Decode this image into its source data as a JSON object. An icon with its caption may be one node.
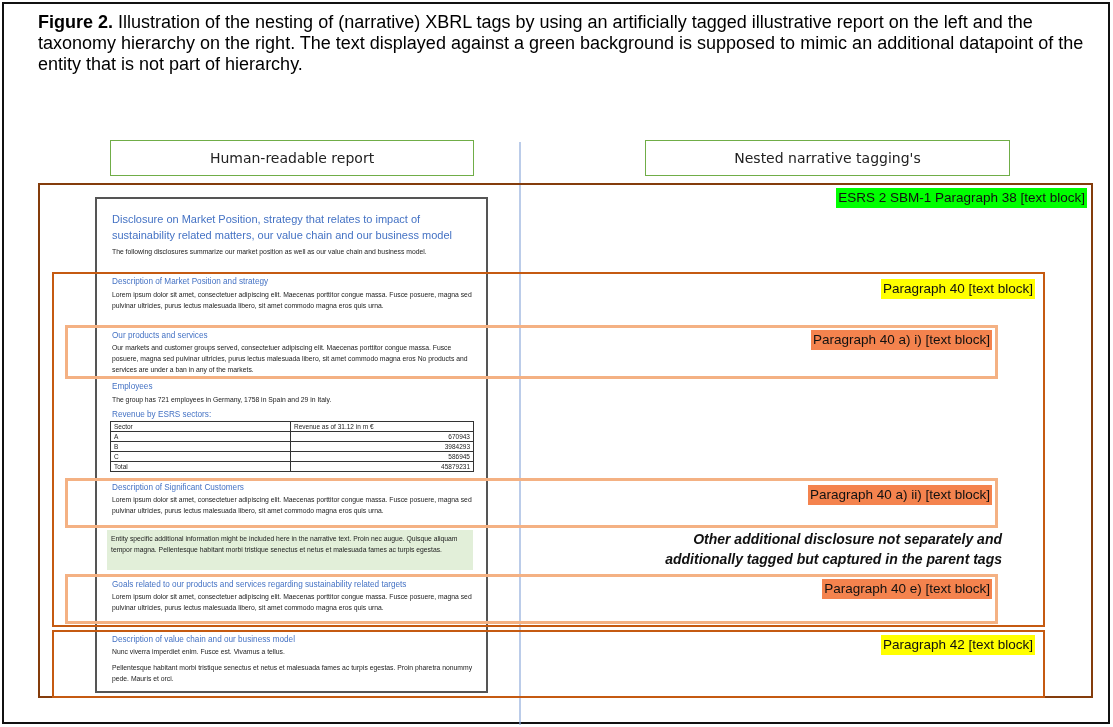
{
  "diagram": {
    "title": "**Figure 2.** Illustration of the nesting of (narrative) XBRL tags by using an artificially tagged illustrative report on the left and the taxonomy hierarchy on the right. The text displayed against a green background is supposed to mimic an additional datapoint of the entity that is not part of hierarchy.",
    "nodes": [
      {
        "text": [
          "Human-readable report"
        ]
      },
      {
        "text": [
          "Nested narrative tagging's"
        ]
      },
      {
        "text": [
          "ESRS 2 SBM-1 Paragraph 38 [text block]"
        ]
      },
      {
        "text": [
          "Disclosure on Market Position, strategy that relates to impact of sustainability related matters, our value chain and our business model",
          "The following disclosures summarize our market position as well as our value chain and business model.",
          "Description of Market Position and strategy",
          "Lorem ipsum dolor sit amet, consectetuer adipiscing elit. Maecenas porttitor congue massa. Fusce posuere, magna sed pulvinar ultricies, purus lectus malesuada libero, sit amet commodo magna eros quis urna.",
          "Employees",
          "The group has 721 employees in Germany, 1758 in Spain and 29 in Italy.",
          "Revenue by ESRS sectors:"
        ],
        "in": 2
      },
      {
        "text": [
          "Entity specific additional information might be included here in the narrative text. Proin nec augue. Quisque aliquam tempor magna. Pellentesque habitant morbi tristique senectus et netus et malesuada fames ac turpis egestas."
        ]
      },
      {
        "text": [
          "Paragraph 40 [text block]"
        ],
        "in": 2
      },
      {
        "text": [
          "Our products and services",
          "Our markets and customer groups served, consectetuer adipiscing elit. Maecenas porttitor congue massa. Fusce posuere, magna sed pulvinar ultricies, purus lectus malesuada libero, sit amet commodo magna eros No products and services are under a ban in any of the markets.",
          "Paragraph 40 a) i) [text block]"
        ],
        "in": 5
      },
      {
        "text": [
          "Description of Significant Customers",
          "Lorem ipsum dolor sit amet, consectetuer adipiscing elit. Maecenas porttitor congue massa. Fusce posuere, magna sed pulvinar ultricies, purus lectus malesuada libero, sit amet commodo magna eros quis urna.",
          "Paragraph 40 a) ii) [text block]"
        ],
        "in": 5
      },
      {
        "text": [
          "Goals related to our products and services regarding sustainability related targets",
          "Lorem ipsum dolor sit amet, consectetuer adipiscing elit. Maecenas porttitor congue massa. Fusce posuere, magna sed pulvinar ultricies, purus lectus malesuada libero, sit amet commodo magna eros quis urna.",
          "Paragraph 40 e) [text block]"
        ],
        "in": 5
      },
      {
        "text": [
          "Description of value chain and our business model",
          "Nunc viverra imperdiet enim. Fusce est. Vivamus a tellus.",
          "Pellentesque habitant morbi tristique senectus et netus et malesuada fames ac turpis egestas. Proin pharetra nonummy pede. Mauris et orci.",
          "Paragraph 42 [text block]"
        ],
        "in": 2
      }
    ],
    "labels": [
      "Sector",
      "Revenue as of 31.12 in m €",
      "A",
      "670943",
      "B",
      "3984293",
      "C",
      "586945",
      "Total",
      "45879231",
      "Other additional disclosure not separately and additionally tagged but captured in the parent tags"
    ]
  }
}
